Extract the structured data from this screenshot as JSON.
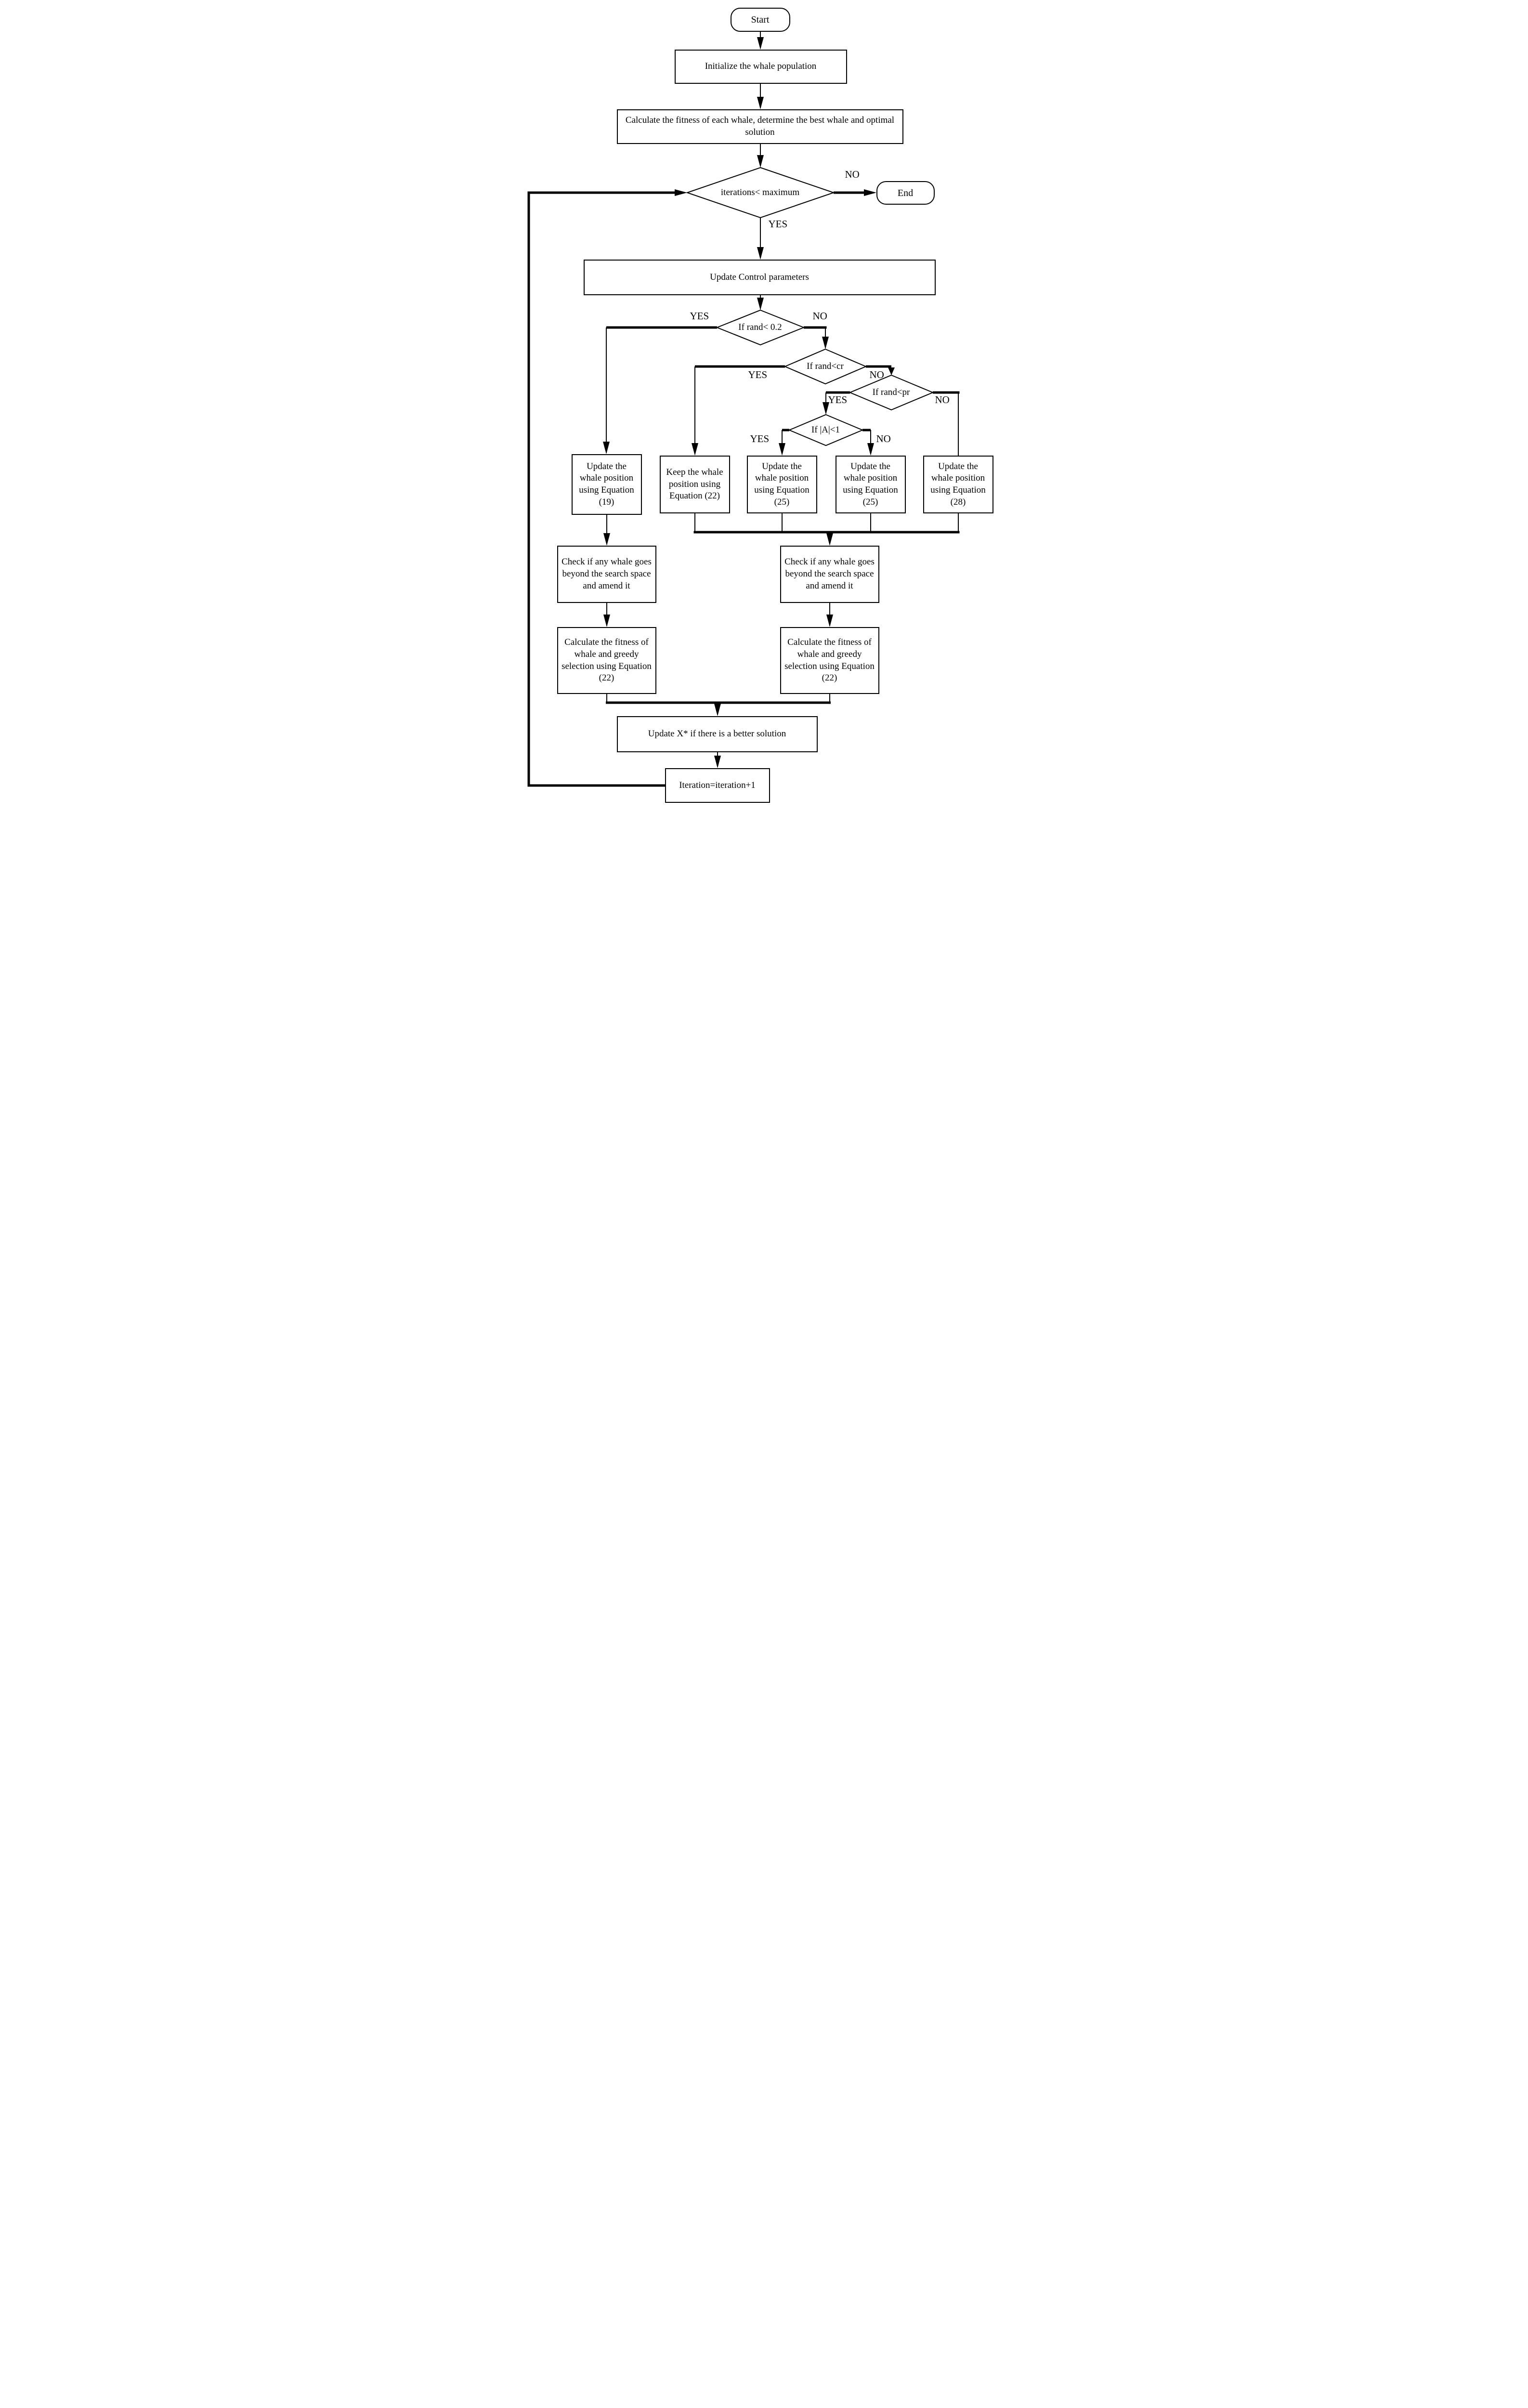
{
  "flowchart": {
    "nodes": {
      "start": "Start",
      "initialize": "Initialize the whale population",
      "calc_fitness": "Calculate the fitness of each whale, determine the best whale and optimal solution",
      "iteration_check": "iterations< maximum",
      "end": "End",
      "update_params": "Update Control parameters",
      "rand_02": "If rand< 0.2",
      "rand_cr": "If rand<cr",
      "rand_pr": "If rand<pr",
      "abs_a": "If |A|<1",
      "eq19": "Update the whale position using Equation (19)",
      "eq22_keep": "Keep the whale position using Equation (22)",
      "eq25_yes": "Update the whale position using Equation (25)",
      "eq25_no": "Update the whale position using Equation (25)",
      "eq28": "Update the whale position using Equation (28)",
      "check_left": "Check if any whale goes beyond the search space and amend it",
      "check_right": "Check if any whale goes beyond the search space and amend it",
      "fitness_left": "Calculate the fitness of whale and greedy selection using Equation (22)",
      "fitness_right": "Calculate the fitness of whale and greedy selection using Equation (22)",
      "update_x": "Update X* if there is a better solution",
      "iteration_inc": "Iteration=iteration+1"
    },
    "labels": {
      "iter_no": "NO",
      "iter_yes": "YES",
      "rand02_yes": "YES",
      "rand02_no": "NO",
      "randcr_yes": "YES",
      "randcr_no": "NO",
      "randpr_yes": "YES",
      "randpr_no": "NO",
      "absa_yes": "YES",
      "absa_no": "NO"
    },
    "colors": {
      "line": "#000000",
      "background": "#ffffff"
    }
  }
}
